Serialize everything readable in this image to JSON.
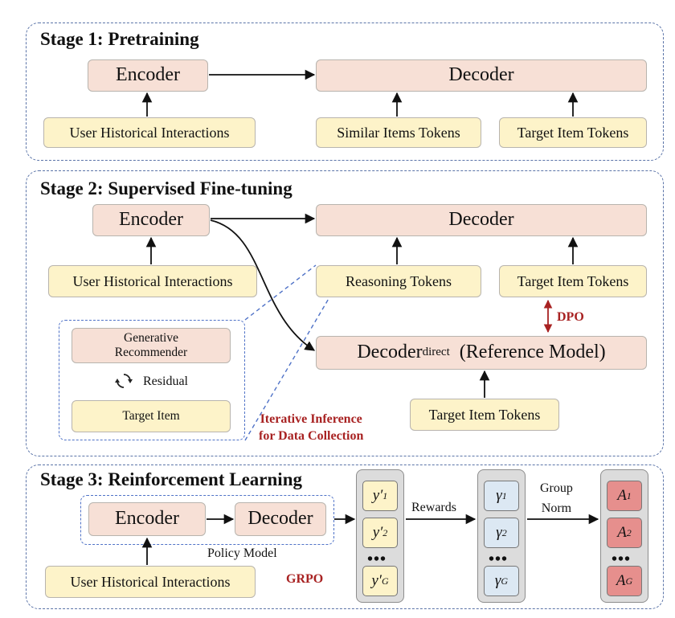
{
  "stage1": {
    "title": "Stage 1: Pretraining",
    "encoder": "Encoder",
    "decoder": "Decoder",
    "user_history": "User Historical Interactions",
    "similar_items": "Similar Items Tokens",
    "target_items": "Target Item Tokens"
  },
  "stage2": {
    "title": "Stage 2: Supervised Fine-tuning",
    "encoder": "Encoder",
    "decoder": "Decoder",
    "user_history": "User Historical Interactions",
    "reasoning_tokens": "Reasoning Tokens",
    "target_items": "Target Item Tokens",
    "dpo": "DPO",
    "decoder_direct": "Decoder",
    "decoder_direct_sub": "direct",
    "reference_model": "(Reference Model)",
    "generative_recommender": "Generative Recommender",
    "residual": "Residual",
    "target_item": "Target Item",
    "target_items_bottom": "Target Item Tokens",
    "iterative_line1": "Iterative Inference",
    "iterative_line2": "for Data Collection"
  },
  "stage3": {
    "title": "Stage 3: Reinforcement Learning",
    "encoder": "Encoder",
    "decoder": "Decoder",
    "policy_model": "Policy Model",
    "user_history": "User Historical Interactions",
    "grpo": "GRPO",
    "rewards": "Rewards",
    "group_norm_line1": "Group",
    "group_norm_line2": "Norm",
    "ellipsis": "•••",
    "outputs": [
      "y′",
      "y′",
      "y′"
    ],
    "output_subs": [
      "1",
      "2",
      "G"
    ],
    "reward_symbol": "γ",
    "reward_subs": [
      "1",
      "2",
      "G"
    ],
    "advantage_symbol": "A",
    "advantage_subs": [
      "1",
      "2",
      "G"
    ]
  },
  "colors": {
    "peach": "#f7e0d6",
    "yellow": "#fdf3c9",
    "reward_blue": "#dce8f3",
    "advantage_red": "#e68f8d",
    "accent_red": "#a82222",
    "dashed_blue": "#4f72c7"
  }
}
